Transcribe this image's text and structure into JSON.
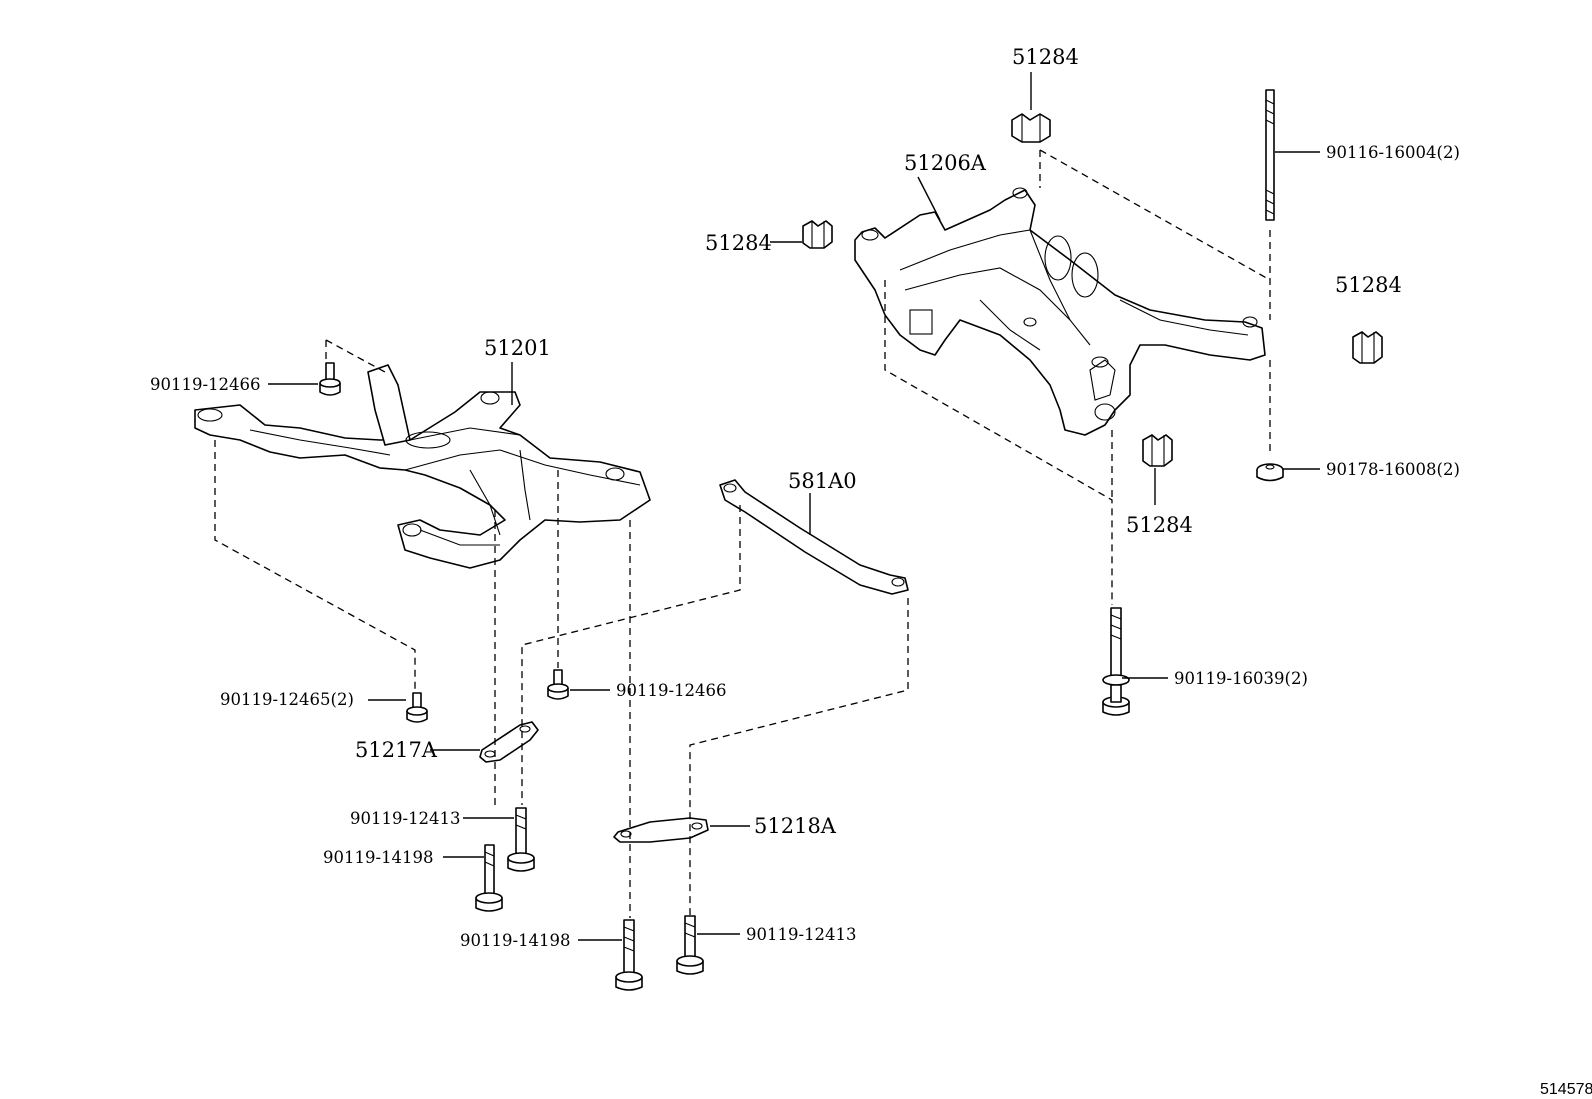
{
  "labels": {
    "front_bolt_top": "90119-12466",
    "front_crossmember": "51201",
    "front_bolt_left": "90119-12465(2)",
    "front_bolt_mid": "90119-12466",
    "brace_left": "51217A",
    "bolt_12413_left": "90119-12413",
    "bolt_14198_left": "90119-14198",
    "stabilizer_brace": "581A0",
    "brace_right": "51218A",
    "bolt_14198_bottom": "90119-14198",
    "bolt_12413_bottom": "90119-12413",
    "stopper_top": "51284",
    "rear_crossmember": "51206A",
    "stopper_left": "51284",
    "stud_bolt": "90116-16004(2)",
    "stopper_right": "51284",
    "nut": "90178-16008(2)",
    "stopper_bottom": "51284",
    "rear_bolt": "90119-16039(2)"
  },
  "diagram_code": "514578"
}
